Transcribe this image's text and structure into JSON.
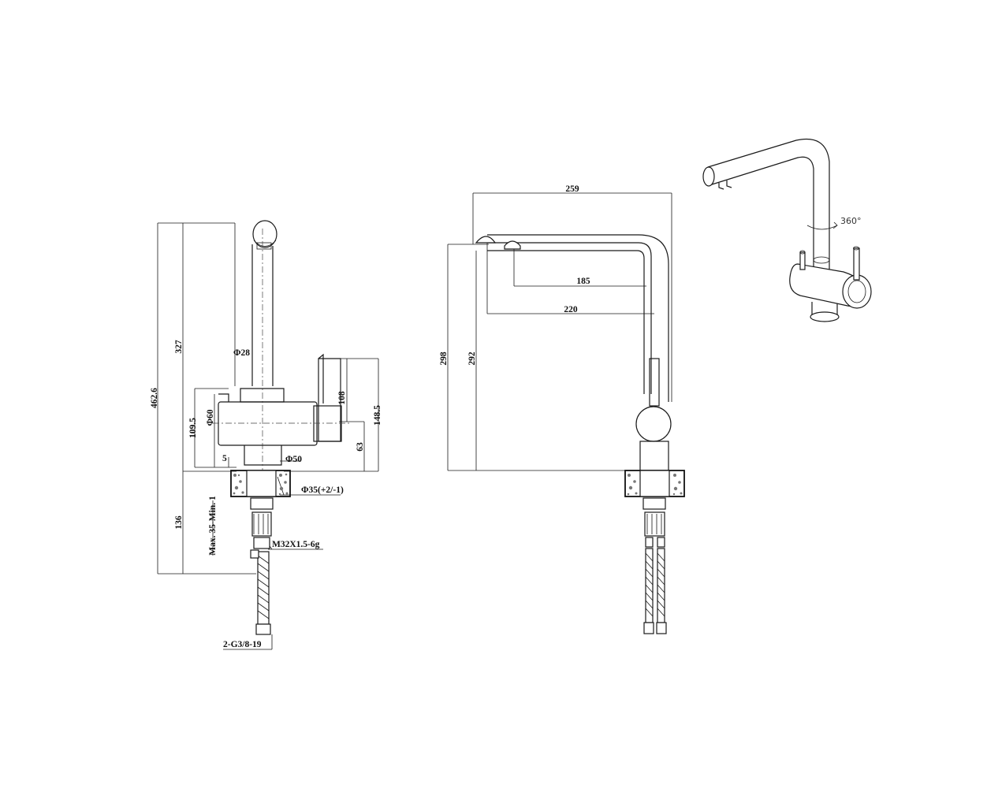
{
  "side_view": {
    "dims": {
      "overall_height": "462.6",
      "spout_height": "327",
      "spout_diameter": "Φ28",
      "handle_height": "108",
      "body_diameter": "Φ60",
      "body_height": "109.5",
      "lever_height": "148.5",
      "lever_offset": "63",
      "base_diameter": "Φ50",
      "base_gap": "5",
      "hole_diameter": "Φ35(+2/-1)",
      "below_counter": "136",
      "counter_thickness": "Max. 35-Min. 1",
      "thread": "M32X1.5-6g",
      "hose_thread": "2-G3/8-19"
    }
  },
  "front_view": {
    "dims": {
      "overall_reach": "259",
      "reach_185": "185",
      "reach_220": "220",
      "height_298": "298",
      "height_292": "292"
    }
  },
  "perspective": {
    "rotation_label": "360°"
  }
}
